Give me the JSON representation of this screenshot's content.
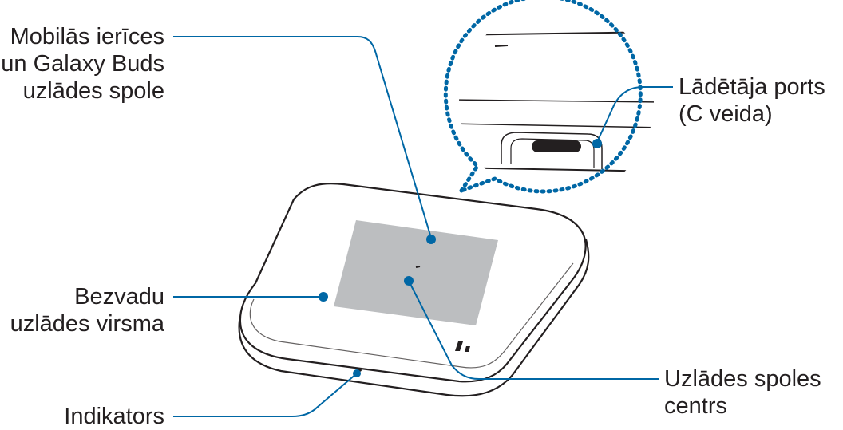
{
  "labels": {
    "coil": [
      "Mobilās ierīces",
      "un Galaxy Buds",
      "uzlādes spole"
    ],
    "port": [
      "Lādētāja ports",
      "(C veida)"
    ],
    "surface": [
      "Bezvadu",
      "uzlādes virsma"
    ],
    "indicator": [
      "Indikators"
    ],
    "coil_center": [
      "Uzlādes spoles",
      "centrs"
    ]
  },
  "colors": {
    "callout_line": "#0067a5",
    "outline": "#231f20",
    "coil_area": "#bcbec0",
    "text": "#231f20"
  }
}
